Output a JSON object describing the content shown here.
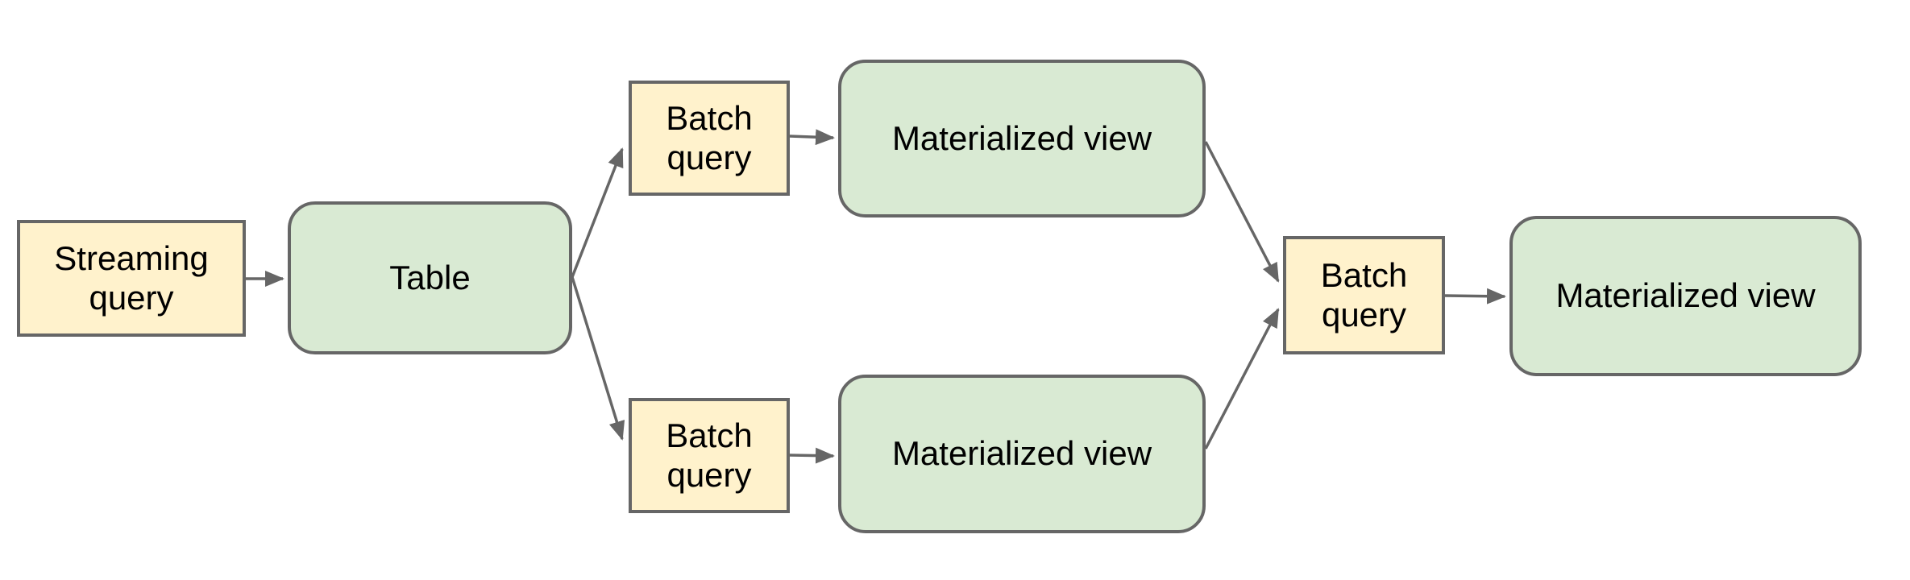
{
  "diagram": {
    "nodes": [
      {
        "id": "streaming-query",
        "label": "Streaming query",
        "kind": "query"
      },
      {
        "id": "table",
        "label": "Table",
        "kind": "view"
      },
      {
        "id": "batch-query-top",
        "label": "Batch query",
        "kind": "query"
      },
      {
        "id": "materialized-view-top",
        "label": "Materialized view",
        "kind": "view"
      },
      {
        "id": "batch-query-bottom",
        "label": "Batch query",
        "kind": "query"
      },
      {
        "id": "materialized-view-bottom",
        "label": "Materialized view",
        "kind": "view"
      },
      {
        "id": "batch-query-right",
        "label": "Batch query",
        "kind": "query"
      },
      {
        "id": "materialized-view-right",
        "label": "Materialized view",
        "kind": "view"
      }
    ],
    "edges": [
      {
        "from": "streaming-query",
        "to": "table"
      },
      {
        "from": "table",
        "to": "batch-query-top"
      },
      {
        "from": "table",
        "to": "batch-query-bottom"
      },
      {
        "from": "batch-query-top",
        "to": "materialized-view-top"
      },
      {
        "from": "batch-query-bottom",
        "to": "materialized-view-bottom"
      },
      {
        "from": "materialized-view-top",
        "to": "batch-query-right"
      },
      {
        "from": "materialized-view-bottom",
        "to": "batch-query-right"
      },
      {
        "from": "batch-query-right",
        "to": "materialized-view-right"
      }
    ],
    "colors": {
      "query_node_fill": "#fff2cc",
      "view_node_fill": "#d9ead3",
      "node_border": "#666666",
      "arrow": "#666666",
      "text": "#000000",
      "background": "#ffffff"
    }
  }
}
